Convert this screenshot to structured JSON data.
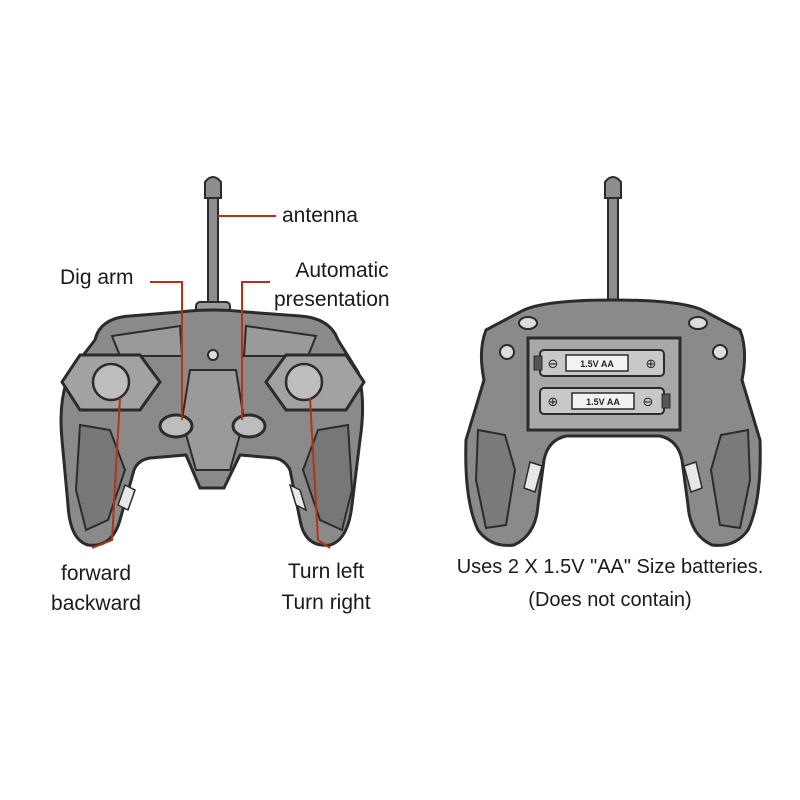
{
  "front_labels": {
    "antenna": "antenna",
    "dig_arm": "Dig arm",
    "automatic_1": "Automatic",
    "automatic_2": "presentation",
    "forward": "forward",
    "backward": "backward",
    "turn_left": "Turn left",
    "turn_right": "Turn right"
  },
  "back_view": {
    "battery_top": "1.5V AA",
    "battery_bottom": "1.5V AA",
    "battery_plus": "⊕",
    "battery_minus": "⊖",
    "caption_1": "Uses 2 X 1.5V \"AA\" Size batteries.",
    "caption_2": "(Does not contain)"
  },
  "colors": {
    "body": "#8a8a8a",
    "outline": "#2b2b2b",
    "leader": "#b4321c",
    "battery": "#c8c8c8"
  }
}
